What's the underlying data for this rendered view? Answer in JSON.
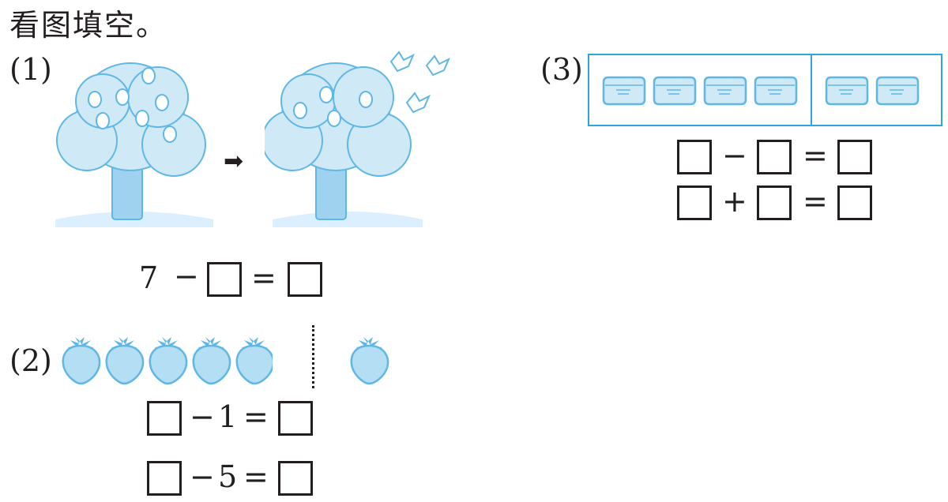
{
  "instruction": "看图填空。",
  "q1": {
    "label": "(1)",
    "arrow": "➡",
    "eq_start": "7",
    "op": "−",
    "eq_sign": "="
  },
  "q2": {
    "label": "(2)",
    "left_strawberries": 5,
    "right_strawberries": 1,
    "eq1": {
      "op": "−",
      "n": "1",
      "eq_sign": "="
    },
    "eq2": {
      "op": "−",
      "n": "5",
      "eq_sign": "="
    }
  },
  "q3": {
    "label": "(3)",
    "left_count": 4,
    "right_count": 2,
    "eq1": {
      "op": "−",
      "eq_sign": "="
    },
    "eq2": {
      "op": "+",
      "eq_sign": "="
    }
  },
  "colors": {
    "illustration": "#5fb7e6",
    "illustration_light": "#cfe9f7",
    "frame": "#2ba6de",
    "ink": "#231f20"
  }
}
